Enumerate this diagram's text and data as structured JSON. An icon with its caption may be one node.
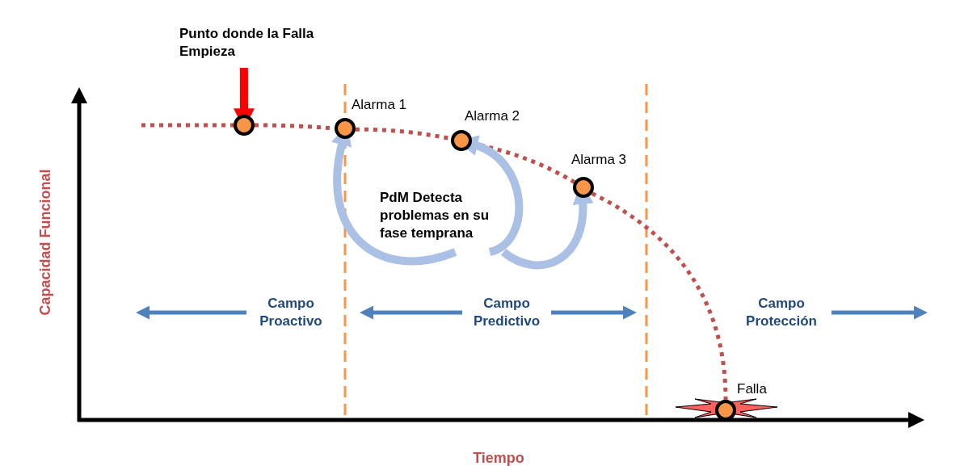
{
  "diagram": {
    "nodes": [
      {
        "text": [
          "Punto donde la Falla Empieza"
        ]
      },
      {
        "text": [],
        "shape": "circle"
      },
      {
        "text": [],
        "shape": "circle",
        "beside": [
          "Alarma 1"
        ]
      },
      {
        "text": [],
        "shape": "circle",
        "beside": [
          "Alarma 2"
        ]
      },
      {
        "text": [],
        "shape": "circle",
        "beside": [
          "Alarma 3"
        ]
      },
      {
        "text": [],
        "shape": "circle",
        "beside": [
          "Falla"
        ]
      },
      {
        "text": [
          "PdM Detecta problemas en su fase temprana"
        ]
      },
      {
        "text": [
          "Campo Proactivo"
        ]
      },
      {
        "text": [
          "Campo Predictivo"
        ]
      },
      {
        "text": [
          "Campo Protección"
        ]
      }
    ],
    "edges": [
      {
        "from": 0,
        "to": 1,
        "arrow": "to",
        "style": "thick",
        "color": "#ff0000"
      },
      {
        "from": null,
        "to": 1,
        "arrow": "none",
        "style": "dashed",
        "color": "#c0504d"
      },
      {
        "from": 1,
        "to": 2,
        "arrow": "none",
        "style": "dashed",
        "color": "#c0504d"
      },
      {
        "from": 2,
        "to": 3,
        "arrow": "none",
        "style": "dashed",
        "color": "#c0504d"
      },
      {
        "from": 3,
        "to": 4,
        "arrow": "none",
        "style": "dashed",
        "color": "#c0504d"
      },
      {
        "from": 4,
        "to": 5,
        "arrow": "none",
        "style": "dashed",
        "color": "#c0504d"
      },
      {
        "from": 6,
        "to": 2,
        "arrow": "to",
        "style": "thick",
        "color": "#aac0e4"
      },
      {
        "from": 6,
        "to": 3,
        "arrow": "to",
        "style": "thick",
        "color": "#aac0e4"
      },
      {
        "from": 6,
        "to": 4,
        "arrow": "to",
        "style": "thick",
        "color": "#aac0e4"
      },
      {
        "from": 7,
        "to": null,
        "arrow": "to",
        "color": "#4f81bd"
      },
      {
        "from": 8,
        "to": null,
        "arrow": "to",
        "color": "#4f81bd"
      },
      {
        "from": 8,
        "to": null,
        "arrow": "to",
        "color": "#4f81bd"
      },
      {
        "from": 9,
        "to": null,
        "arrow": "to",
        "color": "#4f81bd"
      }
    ],
    "labels": [
      "Capacidad Funcional",
      "Tiempo"
    ]
  }
}
